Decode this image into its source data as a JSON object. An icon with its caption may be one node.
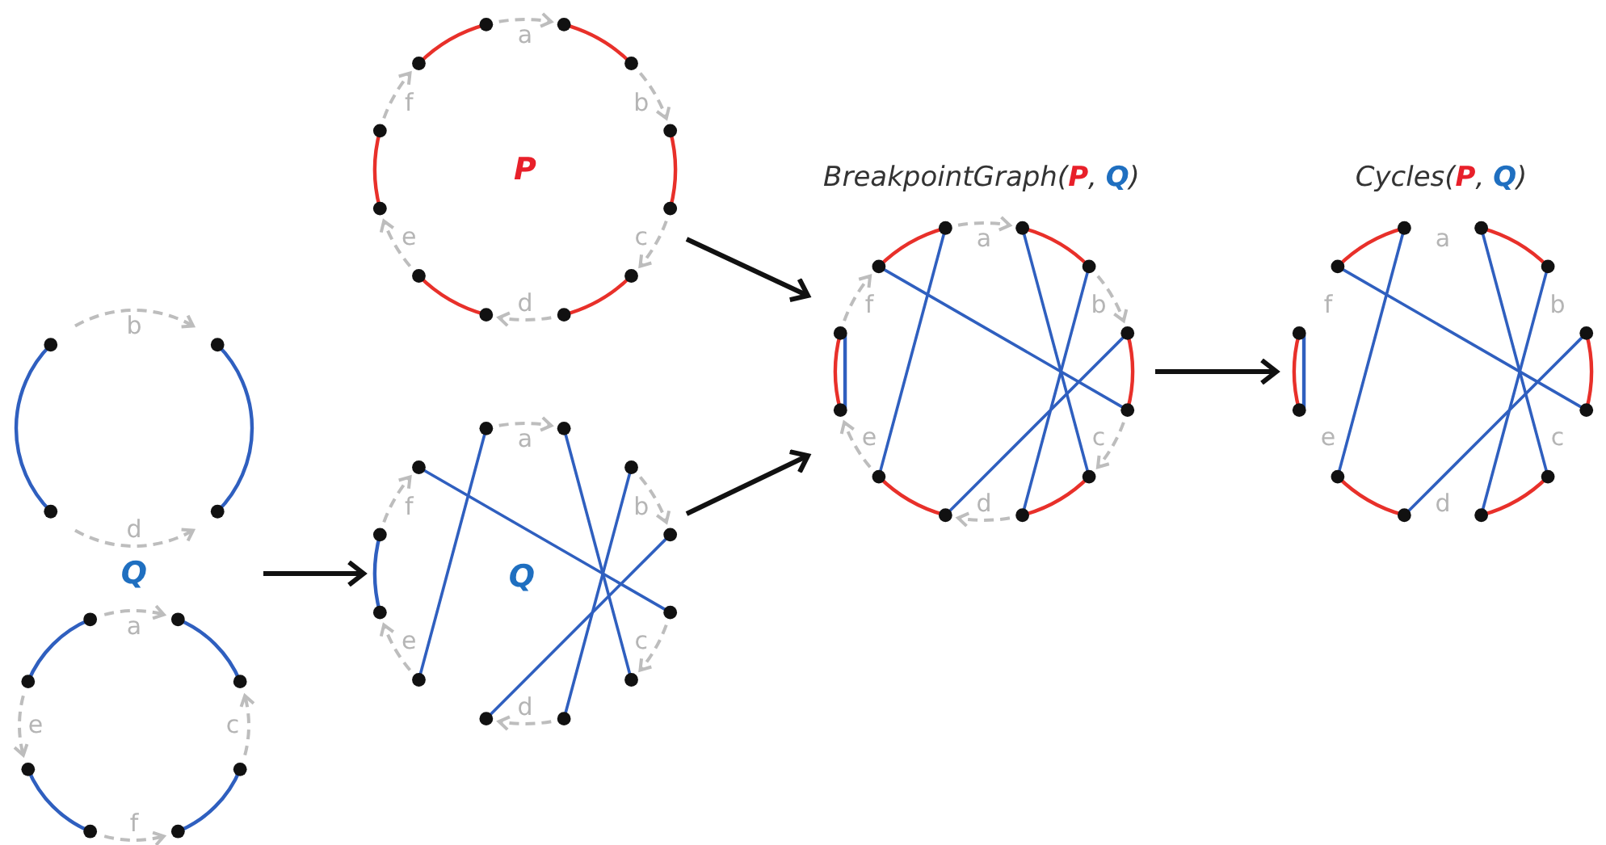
{
  "diagram": {
    "nodes": [
      {
        "text": [
          "P"
        ]
      },
      {
        "text": [
          "Q"
        ]
      },
      {
        "text": [
          "Q"
        ]
      },
      {
        "text": [
          "BreakpointGraph(**P**, **Q**)"
        ]
      },
      {
        "text": [
          "Cycles(**P**, **Q**)"
        ]
      }
    ],
    "edges": [
      {
        "from": 0,
        "to": 3,
        "arrow": "to"
      },
      {
        "from": 1,
        "to": 2,
        "arrow": "to"
      },
      {
        "from": 2,
        "to": 3,
        "arrow": "to"
      },
      {
        "from": 3,
        "to": 4,
        "arrow": "to"
      }
    ],
    "labels": [
      "a",
      "b",
      "c",
      "d",
      "e",
      "f",
      "b",
      "d",
      "a",
      "e",
      "c",
      "f",
      "a",
      "b",
      "c",
      "d",
      "e",
      "f",
      "a",
      "b",
      "c",
      "d",
      "e",
      "f",
      "a",
      "b",
      "c",
      "d",
      "e",
      "f"
    ]
  }
}
